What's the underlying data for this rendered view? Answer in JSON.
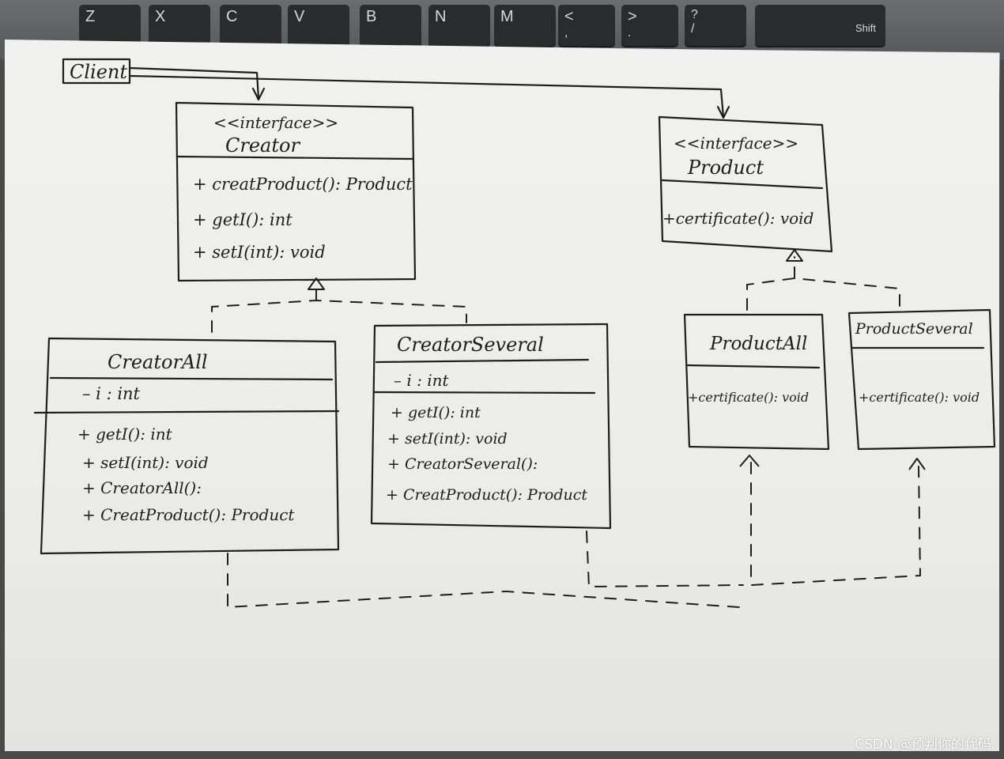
{
  "keyboard": {
    "keys": [
      "Z",
      "X",
      "C",
      "V",
      "B",
      "N",
      "M",
      "<",
      ">",
      "?",
      "Shift"
    ],
    "subkeys": [
      ",",
      ".",
      "/"
    ]
  },
  "client": {
    "name": "Client"
  },
  "creator": {
    "stereotype": "<<interface>>",
    "name": "Creator",
    "methods": [
      "+ creatProduct(): Product",
      "+ getI(): int",
      "+ setI(int): void"
    ]
  },
  "product": {
    "stereotype": "<<interface>>",
    "name": "Product",
    "methods": [
      "+certificate(): void"
    ]
  },
  "creator_all": {
    "name": "CreatorAll",
    "fields": [
      "– i : int"
    ],
    "methods": [
      "+ getI(): int",
      "+ setI(int): void",
      "+ CreatorAll():",
      "+ CreatProduct(): Product"
    ]
  },
  "creator_several": {
    "name": "CreatorSeveral",
    "fields": [
      "– i : int"
    ],
    "methods": [
      "+ getI(): int",
      "+ setI(int): void",
      "+ CreatorSeveral():",
      "+ CreatProduct(): Product"
    ]
  },
  "product_all": {
    "name": "ProductAll",
    "methods": [
      "+certificate(): void"
    ]
  },
  "product_several": {
    "name": "ProductSeveral",
    "methods": [
      "+certificate(): void"
    ]
  },
  "watermark": "CSDN @预判你的代码",
  "colors": {
    "ink": "#1e1e1e",
    "paper": "#efefed",
    "background": "#4a4a4a"
  }
}
